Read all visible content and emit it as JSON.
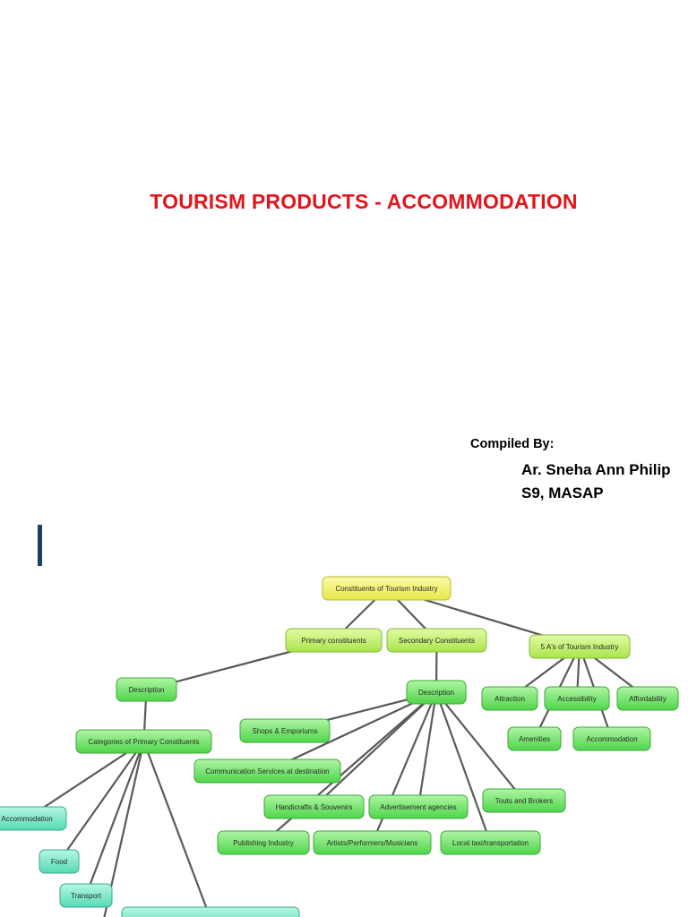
{
  "slide": {
    "title": "TOURISM PRODUCTS  - ACCOMMODATION",
    "compiled_label": "Compiled By:",
    "author_name": "Ar. Sneha Ann Philip",
    "author_detail": "S9, MASAP"
  },
  "diagram": {
    "colors": {
      "root": "#f2f26a",
      "level1": "#c9f06e",
      "green": "#6fe06a",
      "teal": "#6fe0c0",
      "line": "#5a5a5a"
    },
    "nodes": [
      {
        "id": "root",
        "label": "Constituents of Tourism Industry",
        "style": "root"
      },
      {
        "id": "primary",
        "label": "Primary constituents",
        "style": "level1"
      },
      {
        "id": "secondary",
        "label": "Secondary Constituents",
        "style": "level1"
      },
      {
        "id": "fiveA",
        "label": "5 A's of Tourism Industry",
        "style": "level1"
      },
      {
        "id": "desc1",
        "label": "Description",
        "style": "green"
      },
      {
        "id": "desc2",
        "label": "Description",
        "style": "green"
      },
      {
        "id": "attraction",
        "label": "Attraction",
        "style": "green"
      },
      {
        "id": "accessibility",
        "label": "Accessibility",
        "style": "green"
      },
      {
        "id": "affordability",
        "label": "Affordability",
        "style": "green"
      },
      {
        "id": "amenities",
        "label": "Amenities",
        "style": "green"
      },
      {
        "id": "accommodation2",
        "label": "Accommodation",
        "style": "green"
      },
      {
        "id": "categories",
        "label": "Categories of Primary Constituents",
        "style": "green"
      },
      {
        "id": "shops",
        "label": "Shops & Emporiums",
        "style": "green"
      },
      {
        "id": "comm",
        "label": "Communication Services at destination",
        "style": "green"
      },
      {
        "id": "handicrafts",
        "label": "Handicrafts & Souvenirs",
        "style": "green"
      },
      {
        "id": "advert",
        "label": "Advertisement agencies",
        "style": "green"
      },
      {
        "id": "touts",
        "label": "Touts and Brokers",
        "style": "green"
      },
      {
        "id": "publishing",
        "label": "Publishing Industry",
        "style": "green"
      },
      {
        "id": "artists",
        "label": "Artists/Performers/Musicians",
        "style": "green"
      },
      {
        "id": "localtaxi",
        "label": "Local taxi/transportation",
        "style": "green"
      },
      {
        "id": "accommodation1",
        "label": "Accommodation",
        "style": "teal"
      },
      {
        "id": "food",
        "label": "Food",
        "style": "teal"
      },
      {
        "id": "transport",
        "label": "Transport",
        "style": "teal"
      },
      {
        "id": "cutoff",
        "label": "",
        "style": "teal"
      }
    ],
    "edges": [
      [
        "root",
        "primary"
      ],
      [
        "root",
        "secondary"
      ],
      [
        "root",
        "fiveA"
      ],
      [
        "primary",
        "desc1"
      ],
      [
        "secondary",
        "desc2"
      ],
      [
        "fiveA",
        "attraction"
      ],
      [
        "fiveA",
        "accessibility"
      ],
      [
        "fiveA",
        "affordability"
      ],
      [
        "fiveA",
        "amenities"
      ],
      [
        "fiveA",
        "accommodation2"
      ],
      [
        "desc1",
        "categories"
      ],
      [
        "desc2",
        "shops"
      ],
      [
        "desc2",
        "comm"
      ],
      [
        "desc2",
        "handicrafts"
      ],
      [
        "desc2",
        "advert"
      ],
      [
        "desc2",
        "touts"
      ],
      [
        "desc2",
        "publishing"
      ],
      [
        "desc2",
        "artists"
      ],
      [
        "desc2",
        "localtaxi"
      ],
      [
        "categories",
        "accommodation1"
      ],
      [
        "categories",
        "food"
      ],
      [
        "categories",
        "transport"
      ],
      [
        "categories",
        "cutoff"
      ],
      [
        "categories",
        "offscreen"
      ]
    ]
  }
}
